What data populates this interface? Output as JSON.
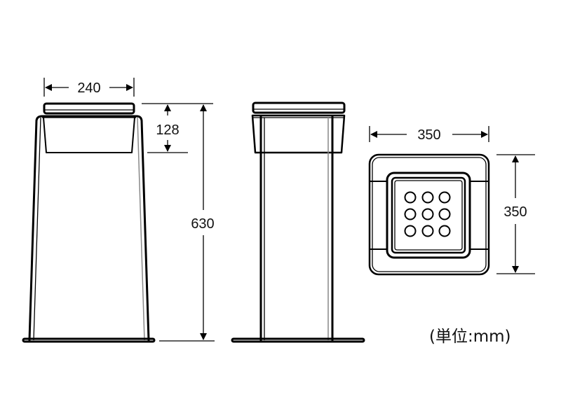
{
  "dimensions": {
    "width_front": "240",
    "cup_depth": "128",
    "height": "630",
    "top_width": "350",
    "top_depth": "350"
  },
  "unit_label": "(単位:mm)"
}
